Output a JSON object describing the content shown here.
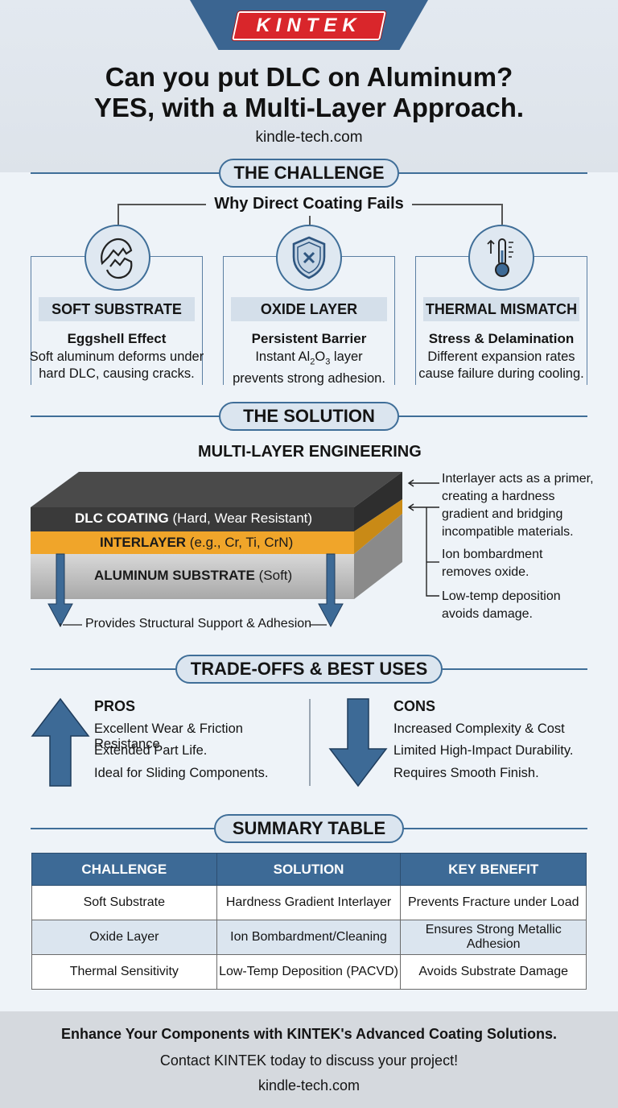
{
  "brand": {
    "logo": "KINTEK",
    "accent": "#d9262b",
    "primary": "#3d6a96"
  },
  "header": {
    "title_line1": "Can you put DLC on Aluminum?",
    "title_line2": "YES, with a Multi-Layer Approach.",
    "site": "kindle-tech.com"
  },
  "challenge": {
    "heading": "THE CHALLENGE",
    "subheading": "Why Direct Coating Fails",
    "cards": [
      {
        "icon": "eggshell-icon",
        "title": "SOFT SUBSTRATE",
        "subtitle": "Eggshell Effect",
        "desc1": "Soft aluminum deforms under",
        "desc2": "hard DLC, causing cracks."
      },
      {
        "icon": "shield-icon",
        "title": "OXIDE LAYER",
        "subtitle": "Persistent Barrier",
        "desc1_pre": "Instant Al",
        "desc1_sub1": "2",
        "desc1_mid": "O",
        "desc1_sub2": "3",
        "desc1_post": " layer",
        "desc2": "prevents strong adhesion."
      },
      {
        "icon": "thermometer-icon",
        "title": "THERMAL MISMATCH",
        "subtitle": "Stress & Delamination",
        "desc1": "Different expansion rates",
        "desc2": "cause failure during cooling."
      }
    ]
  },
  "solution": {
    "heading": "THE SOLUTION",
    "subheading": "MULTI-LAYER ENGINEERING",
    "layers": {
      "dlc_bold": "DLC COATING",
      "dlc_note": " (Hard, Wear Resistant)",
      "inter_bold": "INTERLAYER",
      "inter_note": " (e.g., Cr, Ti, CrN)",
      "alu_bold": "ALUMINUM SUBSTRATE",
      "alu_note": " (Soft)"
    },
    "support": "Provides Structural Support & Adhesion",
    "notes": {
      "n1": [
        "Interlayer acts as a primer,",
        "creating a hardness",
        "gradient and bridging",
        "incompatible materials."
      ],
      "n2": [
        "Ion bombardment",
        "removes oxide."
      ],
      "n3": [
        "Low-temp deposition",
        "avoids damage."
      ]
    }
  },
  "tradeoffs": {
    "heading": "TRADE-OFFS & BEST USES",
    "pros": {
      "title": "PROS",
      "items": [
        "Excellent Wear & Friction Resistance",
        "Extended Part Life.",
        "Ideal for Sliding Components."
      ]
    },
    "cons": {
      "title": "CONS",
      "items": [
        "Increased Complexity & Cost",
        "Limited High-Impact Durability.",
        "Requires Smooth Finish."
      ]
    }
  },
  "summary": {
    "heading": "SUMMARY TABLE",
    "columns": [
      "CHALLENGE",
      "SOLUTION",
      "KEY BENEFIT"
    ],
    "rows": [
      [
        "Soft Substrate",
        "Hardness Gradient Interlayer",
        "Prevents Fracture under Load"
      ],
      [
        "Oxide Layer",
        "Ion Bombardment/Cleaning",
        "Ensures Strong Metallic Adhesion"
      ],
      [
        "Thermal Sensitivity",
        "Low-Temp Deposition (PACVD)",
        "Avoids Substrate Damage"
      ]
    ]
  },
  "footer": {
    "line1": "Enhance Your Components with KINTEK's Advanced Coating Solutions.",
    "line2": "Contact KINTEK today to discuss your project!",
    "site": "kindle-tech.com"
  }
}
